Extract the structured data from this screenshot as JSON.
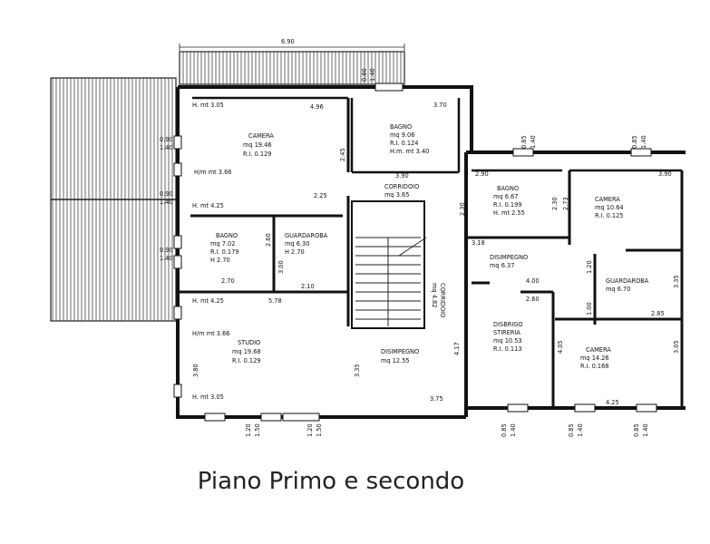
{
  "caption": "Piano Primo e secondo",
  "top_dimension": "6.90",
  "rooms": [
    {
      "id": "camera-1",
      "name": "CAMERA",
      "lines": [
        "mq  19.46",
        "R.I.  0.129"
      ]
    },
    {
      "id": "bagno-1",
      "name": "BAGNO",
      "lines": [
        "mq  9.06",
        "R.I.  0.124",
        "H.m. mt  3.40"
      ]
    },
    {
      "id": "corridoio-1",
      "name": "CORRIDOIO",
      "lines": [
        "mq  3.65"
      ]
    },
    {
      "id": "bagno-2",
      "name": "BAGNO",
      "lines": [
        "mq  7.02",
        "R.I.  0.179",
        "H  2.70"
      ]
    },
    {
      "id": "guardaroba-1",
      "name": "GUARDAROBA",
      "lines": [
        "mq  6.30",
        "H  2.70"
      ]
    },
    {
      "id": "studio",
      "name": "STUDIO",
      "lines": [
        "mq  19.68",
        "R.I.  0.129"
      ]
    },
    {
      "id": "disimpegno-1",
      "name": "DISIMPEGNO",
      "lines": [
        "mq  12.55"
      ]
    },
    {
      "id": "corridoio-2",
      "name": "CORRIDOIO",
      "lines": [
        "mq  4.82"
      ]
    },
    {
      "id": "bagno-3",
      "name": "BAGNO",
      "lines": [
        "mq  6.67",
        "R.I.  0.199",
        "H. mt  2.55"
      ]
    },
    {
      "id": "camera-2",
      "name": "CAMERA",
      "lines": [
        "mq  10.64",
        "R.I.  0.125"
      ]
    },
    {
      "id": "disimpegno-2",
      "name": "DISIMPEGNO",
      "lines": [
        "mq  6.37"
      ]
    },
    {
      "id": "guardaroba-2",
      "name": "GUARDAROBA",
      "lines": [
        "mq  6.70"
      ]
    },
    {
      "id": "disbrigo",
      "name": "DISBRIGO",
      "lines": [
        "STIRERIA",
        "mq  10.53",
        "R.I.  0.113"
      ]
    },
    {
      "id": "camera-3",
      "name": "CAMERA",
      "lines": [
        "mq  14.26",
        "R.I.  0.168"
      ]
    }
  ],
  "notes": [
    "H. mt  3.05",
    "H/m  mt  3.66",
    "H. mt  4.25",
    "H. mt  4.25",
    "H/m  mt  3.66",
    "H. mt  3.05"
  ],
  "dims": [
    "4.96",
    "3.70",
    "2.45",
    "3.90",
    "2.25",
    "2.70",
    "2.10",
    "2.60",
    "3.00",
    "5.78",
    "3.80",
    "3.35",
    "4.17",
    "2.30",
    "3.18",
    "2.90",
    "2.73",
    "2.30",
    "3.90",
    "4.00",
    "2.60",
    "4.05",
    "2.85",
    "3.05",
    "3.35",
    "4.25",
    "3.75",
    "1.20",
    "1.00"
  ],
  "windows": [
    "0.90",
    "1.40",
    "0.90",
    "1.40",
    "0.90",
    "1.40",
    "0.80",
    "1.40",
    "0.85",
    "1.40",
    "0.85",
    "1.40",
    "0.85",
    "1.40",
    "0.85",
    "1.40",
    "0.85",
    "1.40",
    "1.20",
    "1.50",
    "1.20",
    "1.50"
  ]
}
